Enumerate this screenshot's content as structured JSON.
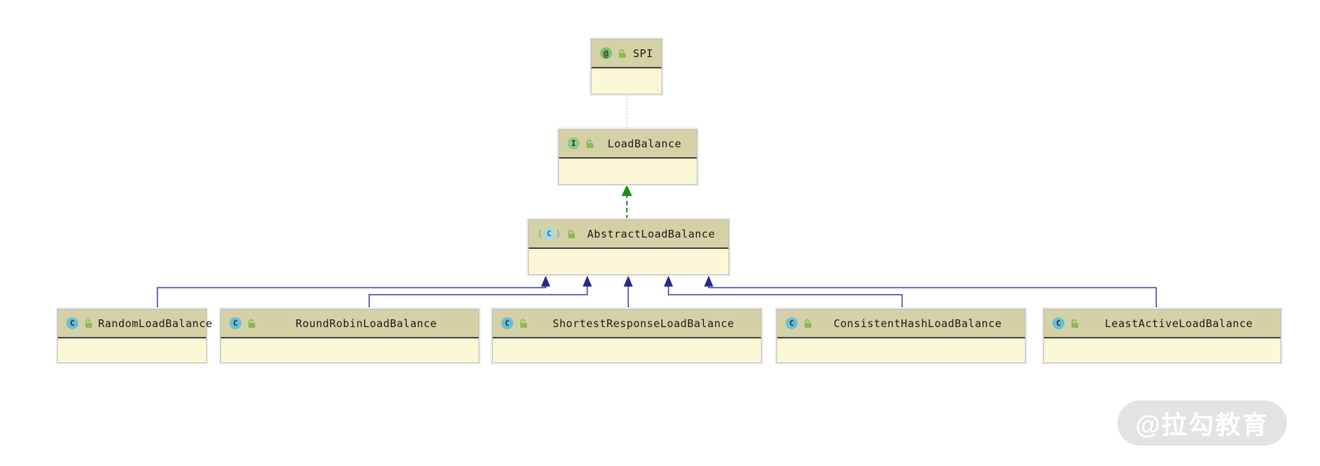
{
  "diagram": {
    "nodes": [
      {
        "id": "spi",
        "label": "SPI",
        "kind": "annotation",
        "icon": "@",
        "lock": true
      },
      {
        "id": "loadbalance",
        "label": "LoadBalance",
        "kind": "interface",
        "icon": "I",
        "lock": true
      },
      {
        "id": "abstract",
        "label": "AbstractLoadBalance",
        "kind": "abstract-class",
        "icon": "C",
        "lock": true
      },
      {
        "id": "random",
        "label": "RandomLoadBalance",
        "kind": "class",
        "icon": "C",
        "lock": true
      },
      {
        "id": "roundrobin",
        "label": "RoundRobinLoadBalance",
        "kind": "class",
        "icon": "C",
        "lock": true
      },
      {
        "id": "shortest",
        "label": "ShortestResponseLoadBalance",
        "kind": "class",
        "icon": "C",
        "lock": true
      },
      {
        "id": "consistent",
        "label": "ConsistentHashLoadBalance",
        "kind": "class",
        "icon": "C",
        "lock": true
      },
      {
        "id": "leastactive",
        "label": "LeastActiveLoadBalance",
        "kind": "class",
        "icon": "C",
        "lock": true
      }
    ],
    "edges": [
      {
        "from": "LoadBalance",
        "to": "SPI",
        "type": "annotated-with",
        "style": "olive-dotted"
      },
      {
        "from": "AbstractLoadBalance",
        "to": "LoadBalance",
        "type": "realization",
        "style": "green-dashed-arrow"
      },
      {
        "from": "RandomLoadBalance",
        "to": "AbstractLoadBalance",
        "type": "generalization",
        "style": "blue-solid-arrow"
      },
      {
        "from": "RoundRobinLoadBalance",
        "to": "AbstractLoadBalance",
        "type": "generalization",
        "style": "blue-solid-arrow"
      },
      {
        "from": "ShortestResponseLoadBalance",
        "to": "AbstractLoadBalance",
        "type": "generalization",
        "style": "blue-solid-arrow"
      },
      {
        "from": "ConsistentHashLoadBalance",
        "to": "AbstractLoadBalance",
        "type": "generalization",
        "style": "blue-solid-arrow"
      },
      {
        "from": "LeastActiveLoadBalance",
        "to": "AbstractLoadBalance",
        "type": "generalization",
        "style": "blue-solid-arrow"
      }
    ],
    "colors": {
      "node_header": "#d4d1a6",
      "node_body": "#fbf8d8",
      "node_divider": "#3f3f3f",
      "generalization_blue": "#3838a8",
      "realization_green": "#1c8c1c",
      "annotation_olive": "#b4b468",
      "class_icon": "#66c1d6",
      "interface_icon": "#8bca81",
      "annotation_icon": "#7fc271",
      "lock_green": "#8bb954"
    }
  },
  "watermark": {
    "text": "@拉勾教育"
  }
}
